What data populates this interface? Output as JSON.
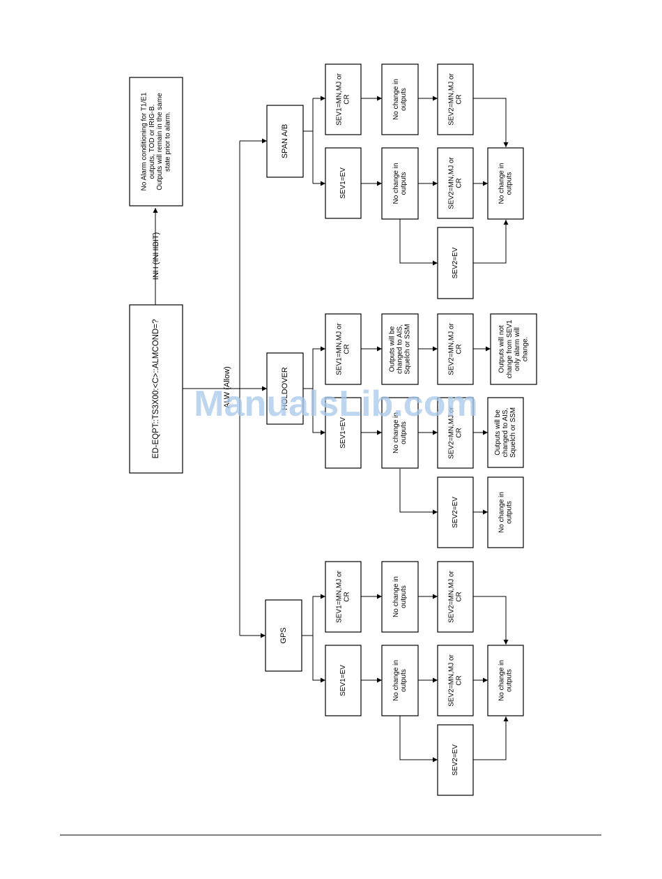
{
  "diagram": {
    "root": "ED-EQPT::TS3X00:<C>::ALMCOND=?",
    "inhibit_label": "INH (INHIBIT)",
    "inhibit_result": [
      "No Alarm conditioning for T1/E1",
      "outputs, TOD or IRIG-B.",
      "Outputs will remain in the same",
      "state prior to alarm."
    ],
    "allow_label": "ALW (Allow)",
    "span": {
      "title": "SPAN A/B",
      "sev1_mn": [
        "SEV1=MN,MJ or",
        "CR"
      ],
      "mn_no_change": [
        "No change in",
        "outputs"
      ],
      "sev2_mn_top": [
        "SEV2=MN,MJ or",
        "CR"
      ],
      "sev1_ev": "SEV1=EV",
      "ev_no_change": [
        "No change in",
        "outputs"
      ],
      "sev2_mn_mid": [
        "SEV2=MN,MJ or",
        "CR"
      ],
      "final_no_change": [
        "No change in",
        "outputs"
      ],
      "sev2_ev": "SEV2=EV"
    },
    "holdover": {
      "title": "HOLDOVER",
      "sev1_mn": [
        "SEV1=MN,MJ or",
        "CR"
      ],
      "mn_changed": [
        "Outputs will be",
        "changed to AIS,",
        "Squelch or SSM"
      ],
      "sev2_mn_top": [
        "SEV2=MN,MJ or",
        "CR"
      ],
      "not_change": [
        "Outputs will not",
        "change from SEV1",
        "only alarm will",
        "change."
      ],
      "sev1_ev": "SEV1=EV",
      "ev_no_change": [
        "No change in",
        "outputs"
      ],
      "sev2_mn_mid": [
        "SEV2=MN,MJ or",
        "CR"
      ],
      "ev_changed": [
        "Outputs will be",
        "changed to AIS,",
        "Squelch or SSM"
      ],
      "sev2_ev": "SEV2=EV",
      "ev_final": [
        "No change in",
        "outputs"
      ]
    },
    "gps": {
      "title": "GPS",
      "sev1_mn": [
        "SEV1=MN,MJ or",
        "CR"
      ],
      "mn_no_change": [
        "No change in",
        "outputs"
      ],
      "sev2_mn_top": [
        "SEV2=MN,MJ or",
        "CR"
      ],
      "sev1_ev": "SEV1=EV",
      "ev_no_change": [
        "No change in",
        "outputs"
      ],
      "sev2_mn_mid": [
        "SEV2=MN,MJ or",
        "CR"
      ],
      "final_no_change": [
        "No change in",
        "outputs"
      ],
      "sev2_ev": "SEV2=EV"
    }
  },
  "watermark": "ManualsLib.com"
}
